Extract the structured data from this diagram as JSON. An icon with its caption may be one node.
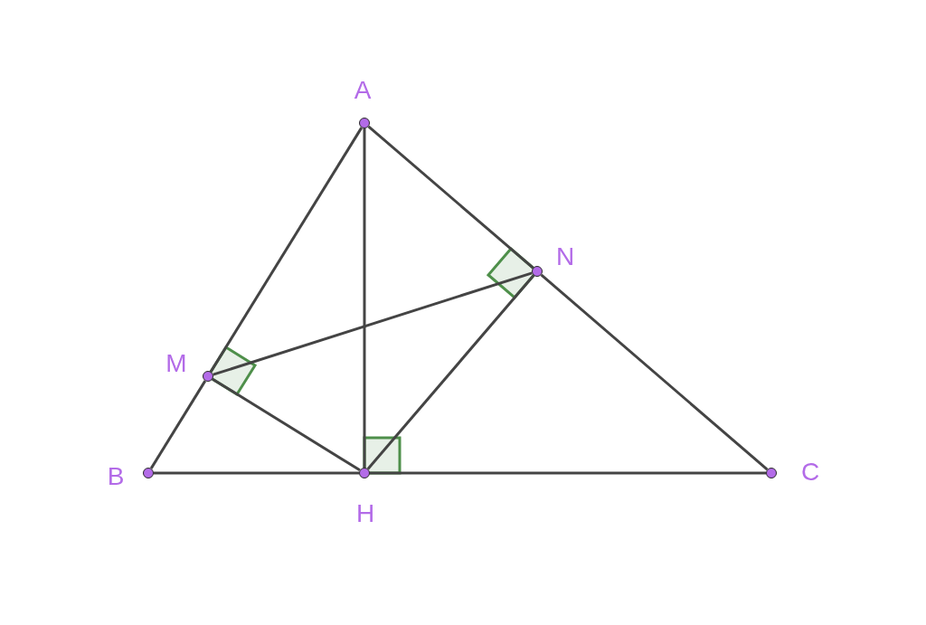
{
  "diagram": {
    "nodes": [
      {
        "text": [],
        "shape": "circle",
        "beside": [
          "A"
        ]
      },
      {
        "text": [],
        "shape": "circle",
        "beside": [
          "B"
        ]
      },
      {
        "text": [],
        "shape": "circle",
        "beside": [
          "C"
        ]
      },
      {
        "text": [],
        "shape": "circle",
        "beside": [
          "M"
        ]
      },
      {
        "text": [],
        "shape": "circle",
        "beside": [
          "N"
        ]
      },
      {
        "text": [],
        "shape": "circle",
        "beside": [
          "H"
        ]
      }
    ],
    "edges": [
      {
        "from": 0,
        "to": 3,
        "arrow": "none"
      },
      {
        "from": 3,
        "to": 1,
        "arrow": "none"
      },
      {
        "from": 0,
        "to": 4,
        "arrow": "none"
      },
      {
        "from": 4,
        "to": 2,
        "arrow": "none"
      },
      {
        "from": 1,
        "to": 5,
        "arrow": "none"
      },
      {
        "from": 5,
        "to": 2,
        "arrow": "none"
      },
      {
        "from": 0,
        "to": 5,
        "arrow": "none"
      },
      {
        "from": 3,
        "to": 5,
        "arrow": "none"
      },
      {
        "from": 4,
        "to": 5,
        "arrow": "none"
      },
      {
        "from": 3,
        "to": 4,
        "arrow": "none"
      }
    ]
  }
}
